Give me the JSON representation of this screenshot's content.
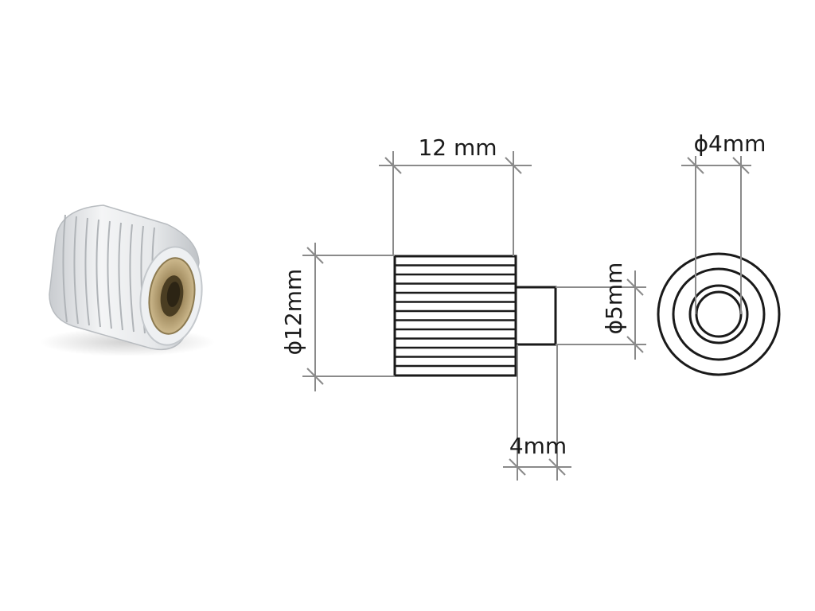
{
  "drawing": {
    "length_label": "12 mm",
    "outer_diameter_label": "ϕ12mm",
    "boss_diameter_label": "ϕ5mm",
    "boss_length_label": "4mm",
    "bore_diameter_label": "ϕ4mm"
  },
  "colors": {
    "ink": "#1a1a1a",
    "dimension_lines": "#8a8a8a",
    "knob_body": "#e8eaec",
    "brass_insert": "#b9a57a"
  }
}
